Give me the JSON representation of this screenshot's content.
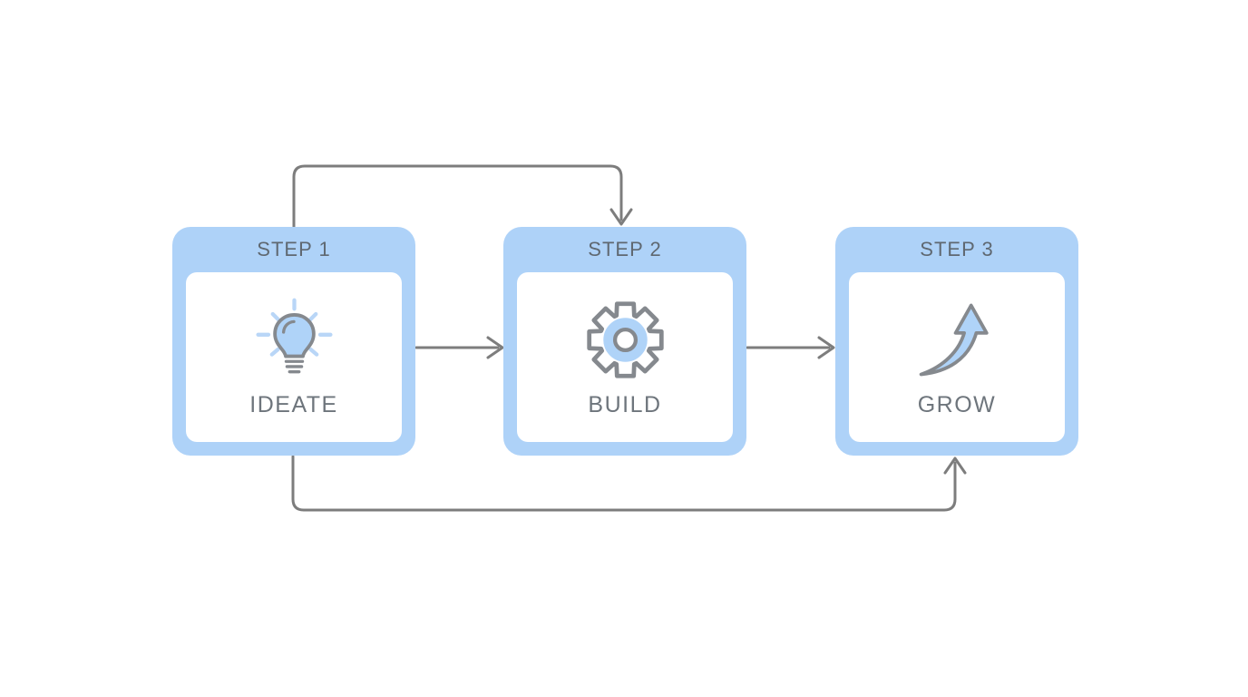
{
  "diagram": {
    "title": "3-step process flow",
    "colors": {
      "accent_blue": "#aed2f8",
      "icon_fill_blue": "#afd3f8",
      "ray_blue": "#b9d6f7",
      "connector_gray": "#7d7d7d",
      "icon_stroke_gray": "#85898e",
      "header_text_gray": "#5f6871",
      "label_text_gray": "#6e757c",
      "background": "#ffffff"
    },
    "steps": [
      {
        "header": "STEP 1",
        "label": "IDEATE",
        "icon": "lightbulb-icon"
      },
      {
        "header": "STEP 2",
        "label": "BUILD",
        "icon": "gear-icon"
      },
      {
        "header": "STEP 3",
        "label": "GROW",
        "icon": "growth-arrow-icon"
      }
    ],
    "connectors": [
      {
        "name": "top-feedback-loop",
        "from": "STEP 1",
        "to": "STEP 2",
        "route": "over-top"
      },
      {
        "name": "forward-arrow-1",
        "from": "STEP 1",
        "to": "STEP 2",
        "route": "direct"
      },
      {
        "name": "forward-arrow-2",
        "from": "STEP 2",
        "to": "STEP 3",
        "route": "direct"
      },
      {
        "name": "bottom-feedback-loop",
        "from": "STEP 1",
        "to": "STEP 3",
        "route": "under-bottom"
      }
    ]
  }
}
